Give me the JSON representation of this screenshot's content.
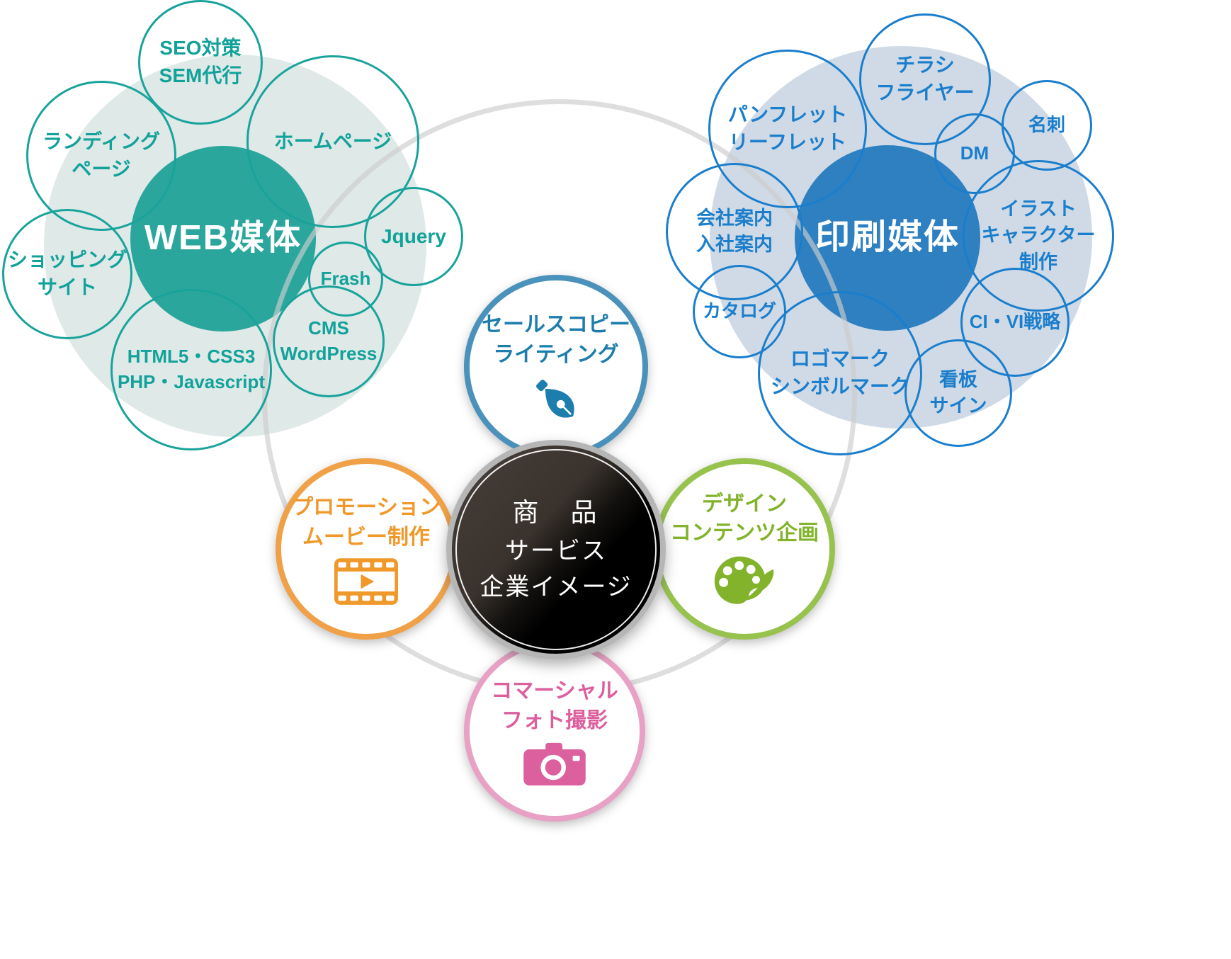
{
  "colors": {
    "web_main": "#2ba69d",
    "web_outline": "#19a39b",
    "web_blob": "#dfe9e8",
    "print_main": "#2e80c1",
    "print_outline": "#1b7ecc",
    "print_blob": "#cfdae6",
    "background_ring": "#cdcdcd",
    "copywriting_border": "#4a92bc",
    "copywriting_text": "#1d7dad",
    "promotion_border": "#f0a148",
    "promotion_text": "#f0992b",
    "design_border": "#97c24d",
    "design_text": "#82b32b",
    "photo_border": "#e8a1c4",
    "photo_text": "#dc5f9e",
    "core_ring": "#b6b6b6",
    "core_fill": "#000000"
  },
  "web_cluster": {
    "label": "WEB媒体",
    "satellites": {
      "seo": {
        "line1": "SEO対策",
        "line2": "SEM代行"
      },
      "landing": {
        "line1": "ランディング",
        "line2": "ページ"
      },
      "homepage": {
        "line1": "ホームページ"
      },
      "shopping": {
        "line1": "ショッピング",
        "line2": "サイト"
      },
      "jquery": {
        "line1": "Jquery"
      },
      "frash": {
        "line1": "Frash"
      },
      "cms": {
        "line1": "CMS",
        "line2": "WordPress"
      },
      "html": {
        "line1": "HTML5・CSS3",
        "line2": "PHP・Javascript"
      }
    }
  },
  "print_cluster": {
    "label": "印刷媒体",
    "satellites": {
      "pamphlet": {
        "line1": "パンフレット",
        "line2": "リーフレット"
      },
      "flyer": {
        "line1": "チラシ",
        "line2": "フライヤー"
      },
      "meishi": {
        "line1": "名刺"
      },
      "dm": {
        "line1": "DM"
      },
      "company": {
        "line1": "会社案内",
        "line2": "入社案内"
      },
      "illust": {
        "line1": "イラスト",
        "line2": "キャラクター",
        "line3": "制作"
      },
      "catalog": {
        "line1": "カタログ"
      },
      "civi": {
        "line1": "CI・VI戦略"
      },
      "logo": {
        "line1": "ロゴマーク",
        "line2": "シンボルマーク"
      },
      "sign": {
        "line1": "看板",
        "line2": "サイン"
      }
    }
  },
  "center": {
    "core": {
      "line1": "商　品",
      "line2": "サービス",
      "line3": "企業イメージ"
    },
    "copywriting": {
      "line1": "セールスコピー",
      "line2": "ライティング",
      "icon": "pen-nib-icon"
    },
    "promotion": {
      "line1": "プロモーション",
      "line2": "ムービー制作",
      "icon": "film-icon"
    },
    "design": {
      "line1": "デザイン",
      "line2": "コンテンツ企画",
      "icon": "palette-icon"
    },
    "photo": {
      "line1": "コマーシャル",
      "line2": "フォト撮影",
      "icon": "camera-icon"
    }
  }
}
